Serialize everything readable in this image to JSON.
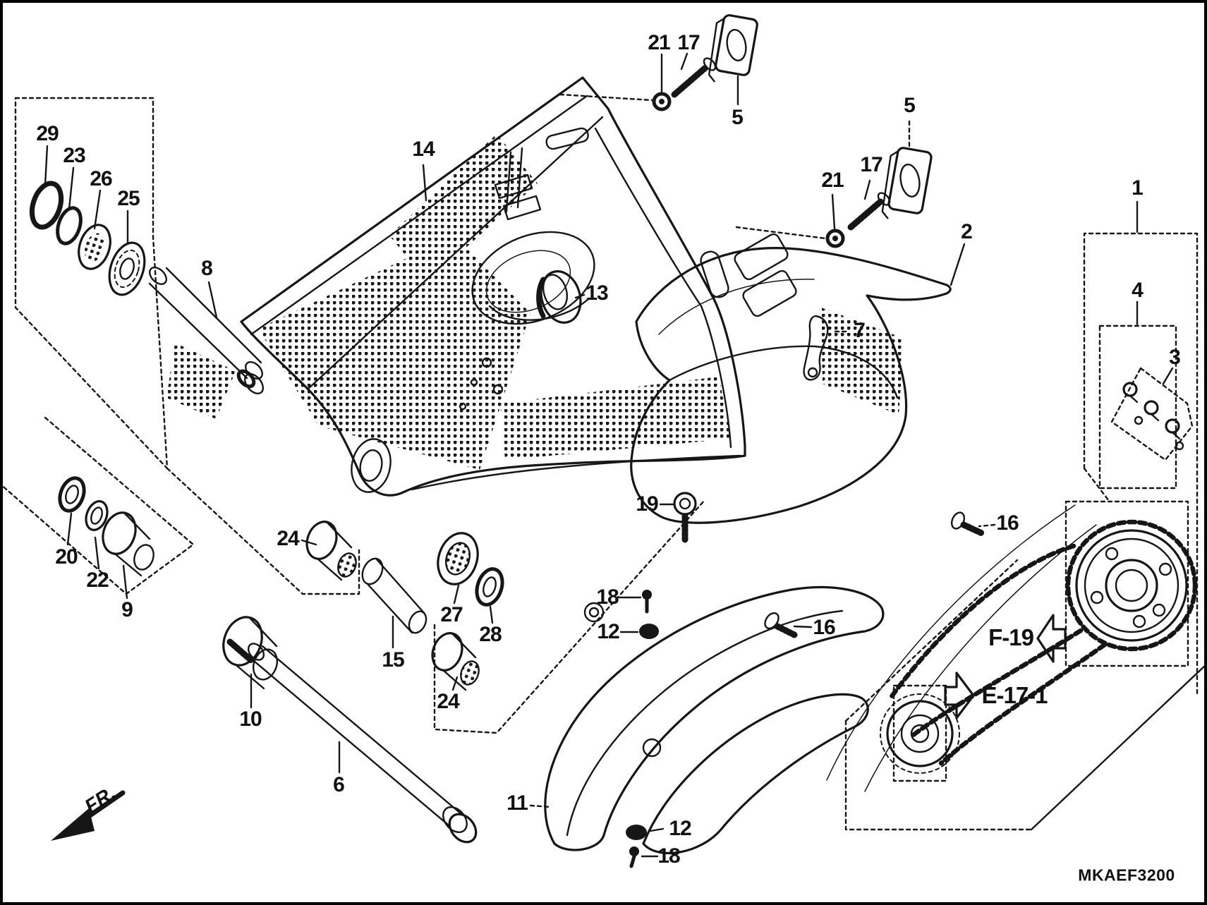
{
  "diagram": {
    "code": "MKAEF3200",
    "direction_label": "FR.",
    "references": {
      "f19": "F-19",
      "e171": "E-17-1"
    },
    "callouts": [
      "29",
      "23",
      "26",
      "25",
      "8",
      "14",
      "21",
      "17",
      "5",
      "21",
      "17",
      "5",
      "2",
      "1",
      "4",
      "3",
      "7",
      "13",
      "19",
      "16",
      "16",
      "18",
      "12",
      "24",
      "27",
      "28",
      "15",
      "24",
      "20",
      "22",
      "9",
      "10",
      "6",
      "11",
      "12",
      "18"
    ]
  }
}
